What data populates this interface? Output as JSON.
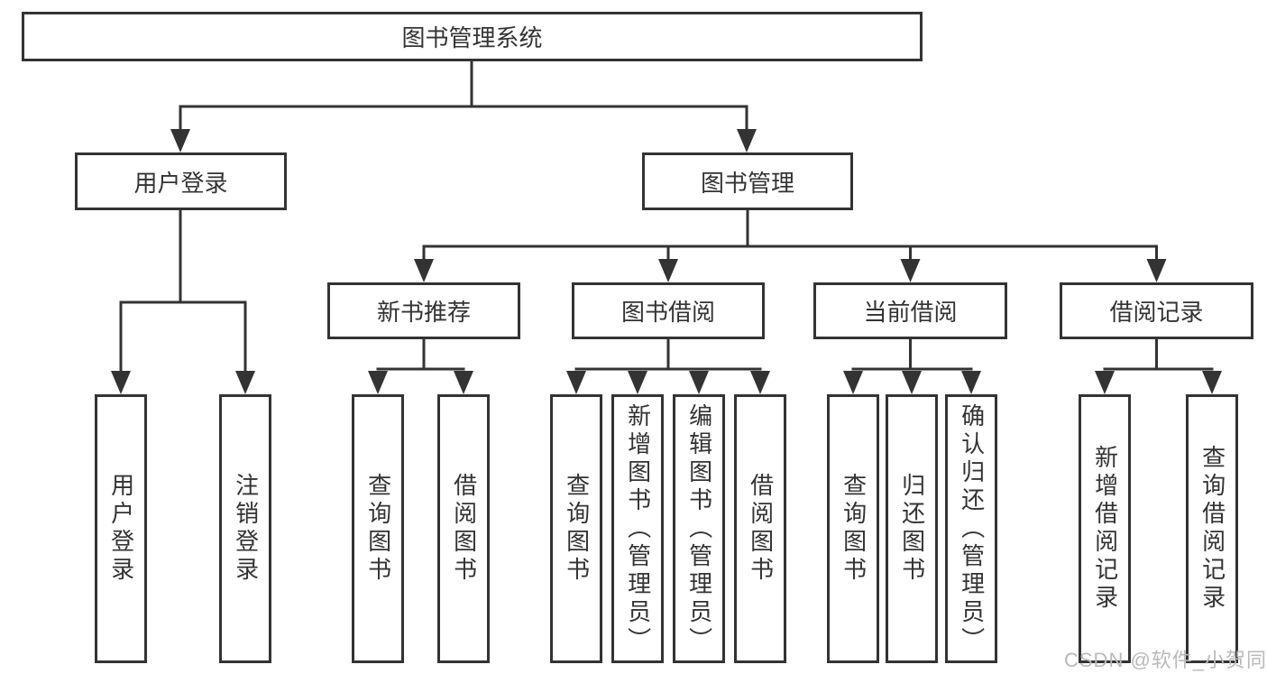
{
  "diagram": {
    "root": {
      "label": "图书管理系统"
    },
    "branches": [
      {
        "label": "用户登录",
        "children": [
          {
            "label": "用户登录"
          },
          {
            "label": "注销登录"
          }
        ]
      },
      {
        "label": "图书管理",
        "children": [
          {
            "label": "新书推荐",
            "children": [
              {
                "label": "查询图书"
              },
              {
                "label": "借阅图书"
              }
            ]
          },
          {
            "label": "图书借阅",
            "children": [
              {
                "label": "查询图书"
              },
              {
                "label": "新增图书（管理员）"
              },
              {
                "label": "编辑图书（管理员）"
              },
              {
                "label": "借阅图书"
              }
            ]
          },
          {
            "label": "当前借阅",
            "children": [
              {
                "label": "查询图书"
              },
              {
                "label": "归还图书"
              },
              {
                "label": "确认归还（管理员）"
              }
            ]
          },
          {
            "label": "借阅记录",
            "children": [
              {
                "label": "新增借阅记录"
              },
              {
                "label": "查询借阅记录"
              }
            ]
          }
        ]
      }
    ]
  },
  "watermark": {
    "text": "CSDN @软件_小贺同学"
  },
  "colors": {
    "line": "#333333",
    "box_border": "#333333",
    "text": "#333333",
    "watermark": "#b9b9b9",
    "background": "#ffffff"
  }
}
